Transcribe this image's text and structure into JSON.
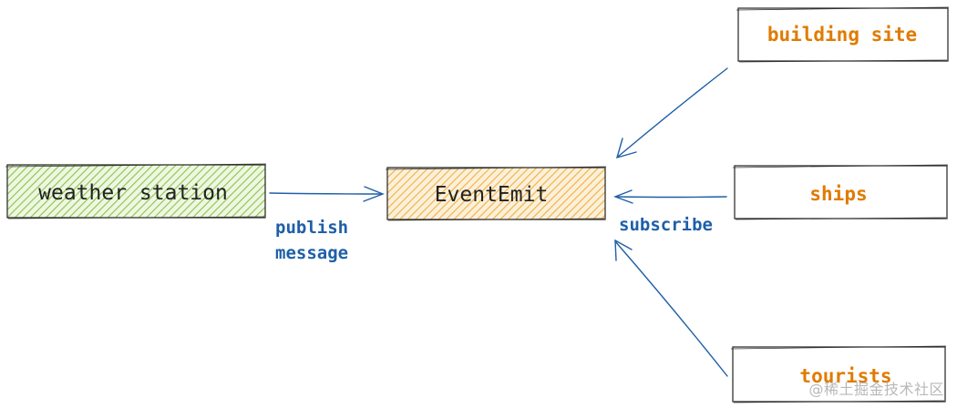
{
  "nodes": {
    "weather_station": "weather station",
    "event_emit": "EventEmit",
    "building_site": "building site",
    "ships": "ships",
    "tourists": "tourists"
  },
  "edges": {
    "publish_label_line1": "publish",
    "publish_label_line2": "message",
    "subscribe_label": "subscribe"
  },
  "watermark": "@稀土掘金技术社区",
  "colors": {
    "publisher_fill": "#8bc34a",
    "emitter_fill": "#f0b040",
    "subscriber_text": "#e07b00",
    "arrow": "#1e5fa8",
    "label": "#1e5fa8",
    "border": "#333333"
  }
}
